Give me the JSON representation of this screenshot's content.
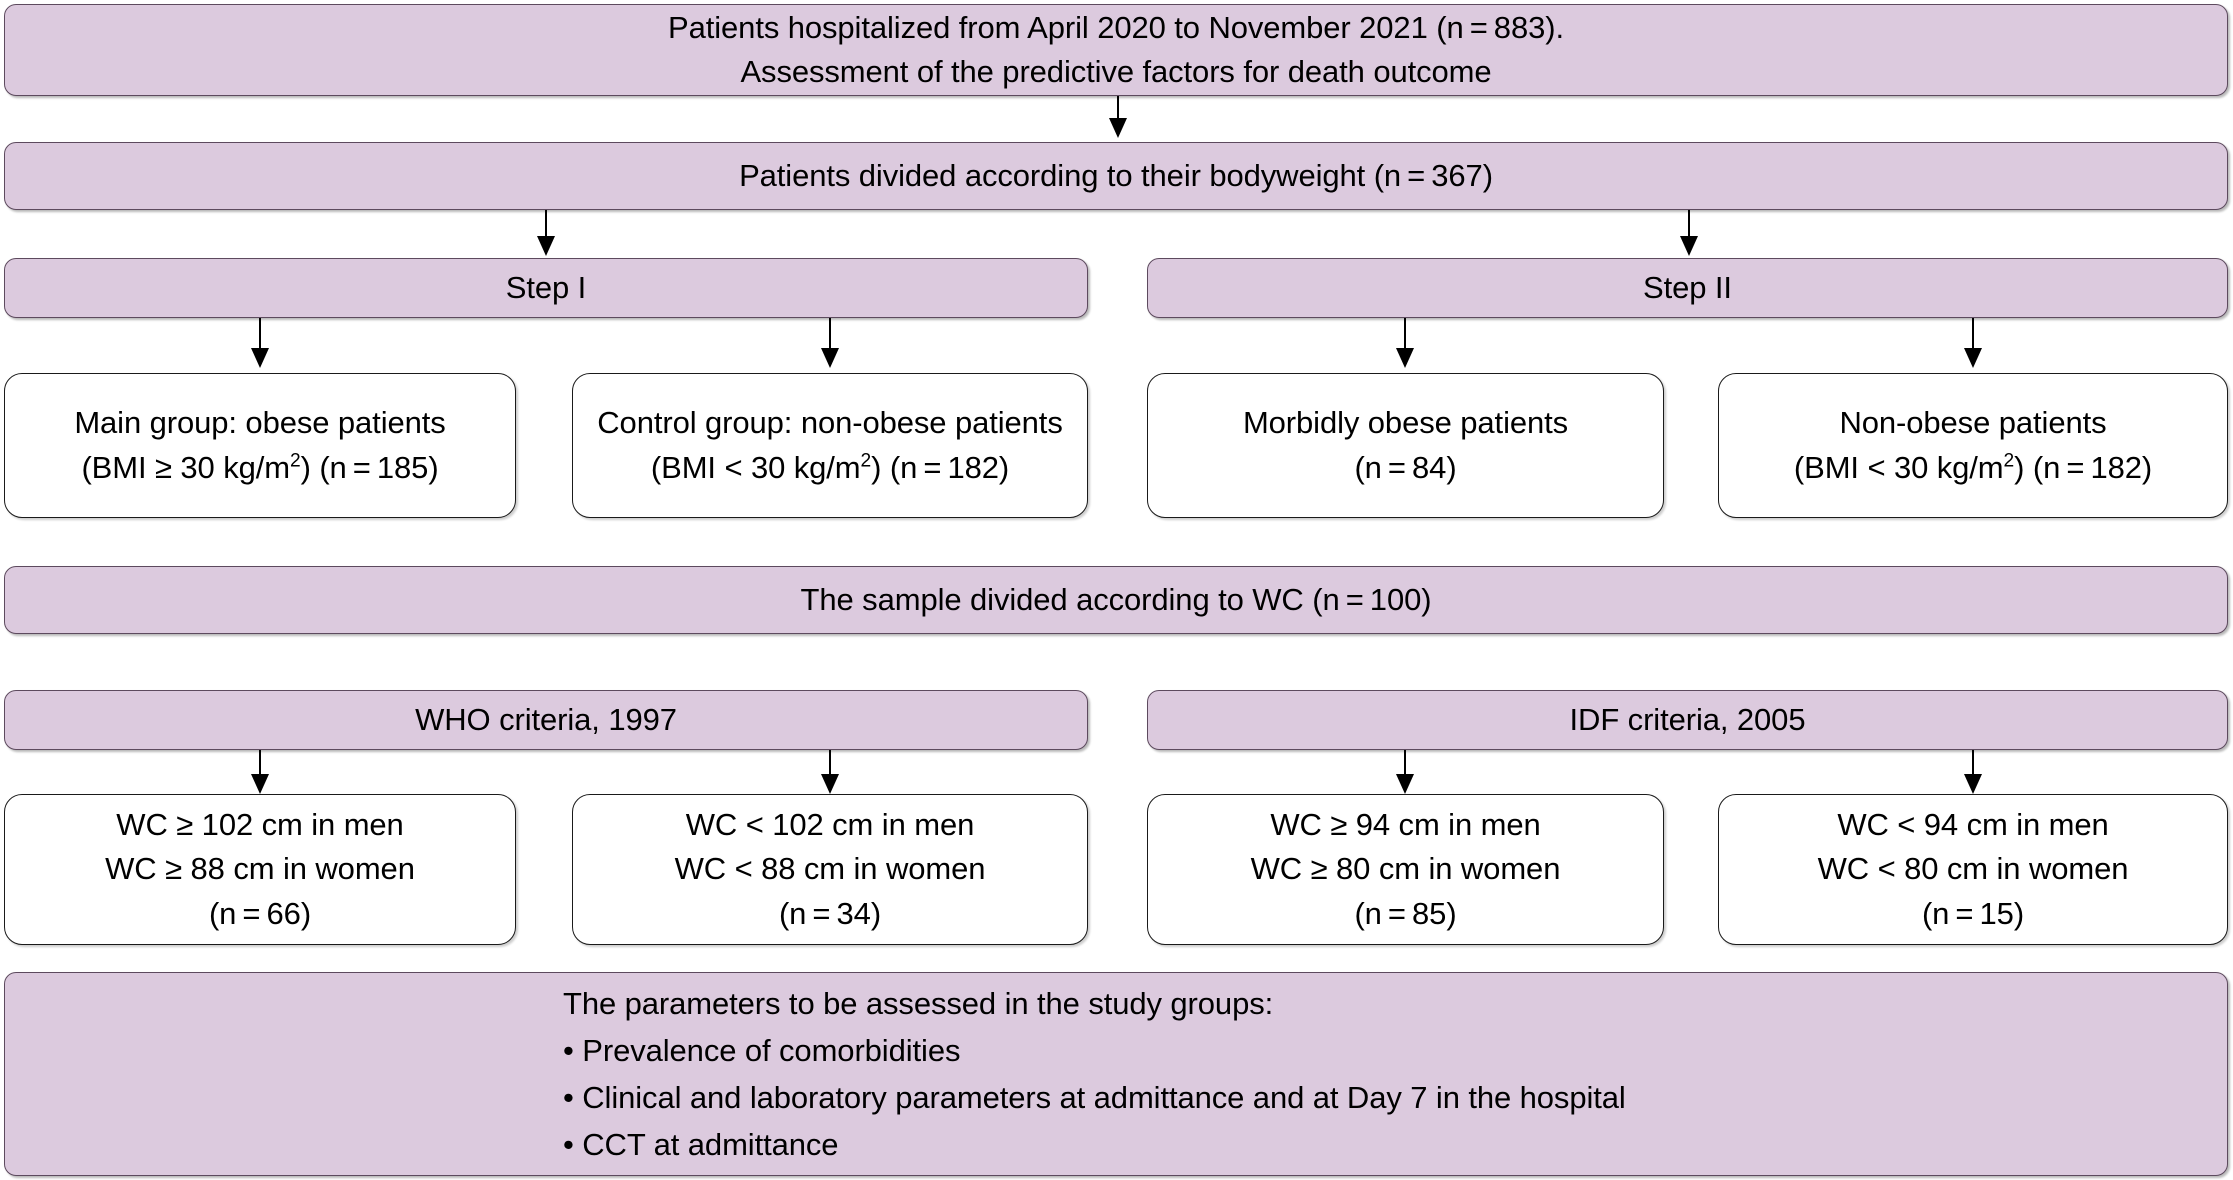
{
  "diagram": {
    "title": "Study flow diagram of patient selection and assessment",
    "colors": {
      "box_fill_purple": "#dccade",
      "box_fill_white": "#ffffff",
      "border_purple": "#5d4a5e",
      "border_white": "#1a1a1a",
      "text": "#000000",
      "arrow": "#000000"
    }
  },
  "nodes": {
    "cohort": {
      "line1": "Patients hospitalized from April 2020 to November 2021 (n = 883).",
      "line2": "Assessment of the predictive factors for death outcome"
    },
    "divided_bodyweight": {
      "line1": "Patients divided according to their bodyweight (n = 367)"
    },
    "step_1": {
      "line1": "Step I"
    },
    "step_2": {
      "line1": "Step II"
    },
    "main_group": {
      "line1": "Main group: obese patients",
      "line2_pre": "(BMI ≥ 30 kg/m",
      "line2_sup": "2",
      "line2_post": ") (n = 185)"
    },
    "control_group": {
      "line1": "Control group: non-obese patients",
      "line2_pre": "(BMI < 30 kg/m",
      "line2_sup": "2",
      "line2_post": ") (n = 182)"
    },
    "morbidly_obese": {
      "line1": "Morbidly obese patients",
      "line2": "(n = 84)"
    },
    "non_obese": {
      "line1": "Non-obese patients",
      "line2_pre": "(BMI < 30 kg/m",
      "line2_sup": "2",
      "line2_post": ") (n = 182)"
    },
    "divided_wc": {
      "line1": "The sample divided according to WC (n = 100)"
    },
    "who_criteria": {
      "line1": "WHO criteria, 1997"
    },
    "idf_criteria": {
      "line1": "IDF criteria, 2005"
    },
    "who_high": {
      "line1": "WC ≥ 102 cm in men",
      "line2": "WC ≥ 88 cm in women",
      "line3": "(n = 66)"
    },
    "who_low": {
      "line1": "WC < 102 cm in men",
      "line2": "WC < 88 cm in women",
      "line3": "(n = 34)"
    },
    "idf_high": {
      "line1": "WC ≥ 94 cm in men",
      "line2": "WC ≥ 80 cm in women",
      "line3": "(n = 85)"
    },
    "idf_low": {
      "line1": "WC < 94 cm in men",
      "line2": "WC < 80 cm in women",
      "line3": "(n = 15)"
    },
    "parameters": {
      "heading": "The parameters to be assessed in the study groups:",
      "item1": "• Prevalence of comorbidities",
      "item2": "• Clinical and laboratory parameters at admittance and at Day 7 in the hospital",
      "item3": "• CCT at admittance"
    }
  }
}
